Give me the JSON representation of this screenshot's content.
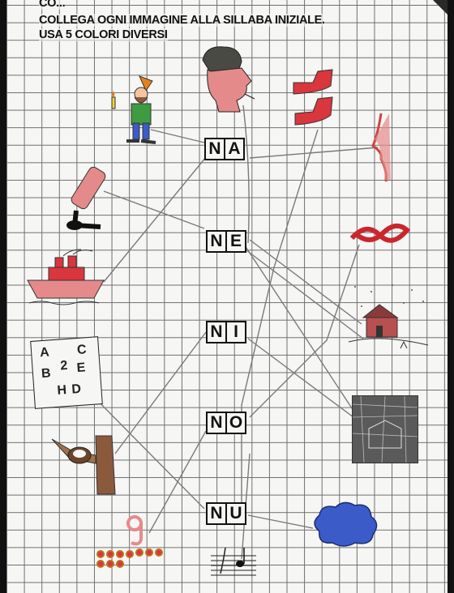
{
  "instructions": {
    "line0": "CO...",
    "line1": "COLLEGA OGNI IMMAGINE ALLA SILLABA INIZIALE.",
    "line2": "USA 5 COLORI DIVERSI"
  },
  "syllables": [
    {
      "c1": "N",
      "c2": "A"
    },
    {
      "c1": "N",
      "c2": "E"
    },
    {
      "c1": "N",
      "c2": "I"
    },
    {
      "c1": "N",
      "c2": "O"
    },
    {
      "c1": "N",
      "c2": "U"
    }
  ],
  "map_letters": [
    "A",
    "C",
    "B",
    "2",
    "E",
    "H",
    "D"
  ],
  "colors": {
    "grid": "#6e6e6e",
    "pencil": "#7a7a7a",
    "skin": "#e58a8a",
    "red": "#d9363e",
    "blue": "#3a5bc8",
    "brown": "#8b5a3c",
    "green": "#3f9b3f",
    "orange": "#e8801c"
  },
  "icons": [
    "dwarf-icon",
    "man-head-icon",
    "shoes-icon",
    "nose-icon",
    "paint-roller-icon",
    "knot-icon",
    "ship-icon",
    "snowy-house-icon",
    "treasure-map-icon",
    "tree-nest-icon",
    "night-scene-icon",
    "number-nine-icon",
    "cloud-icon",
    "music-note-icon"
  ]
}
